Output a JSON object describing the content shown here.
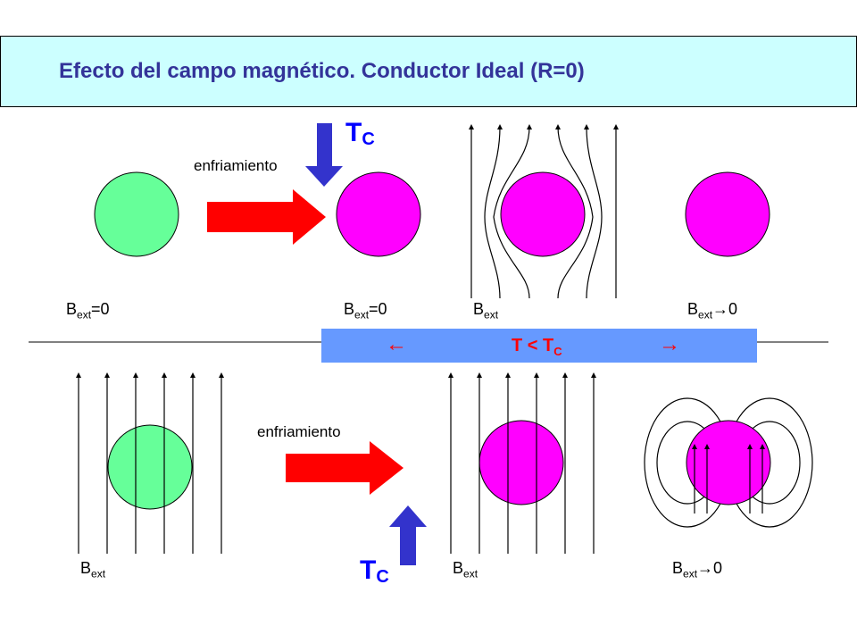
{
  "title": "Efecto del campo magnético. Conductor Ideal (R=0)",
  "top_row": {
    "process_label": "enfriamiento",
    "tc": {
      "main": "T",
      "sub": "C"
    },
    "labels": [
      {
        "main": "B",
        "sub": "ext",
        "tail": "=0"
      },
      {
        "main": "B",
        "sub": "ext",
        "tail": "=0"
      },
      {
        "main": "B",
        "sub": "ext",
        "tail": ""
      },
      {
        "main": "B",
        "sub": "ext",
        "tail": "→0"
      }
    ]
  },
  "band": {
    "left_arrow": "←",
    "main": "T < T",
    "sub": "C",
    "right_arrow": "→"
  },
  "bottom_row": {
    "process_label": "enfriamiento",
    "tc": {
      "main": "T",
      "sub": "C"
    },
    "labels": [
      {
        "main": "B",
        "sub": "ext",
        "tail": ""
      },
      {
        "main": "B",
        "sub": "ext",
        "tail": ""
      },
      {
        "main": "B",
        "sub": "ext",
        "tail": "→0"
      }
    ]
  },
  "colors": {
    "normal_state": "#66ff99",
    "cooled_state": "#ff00ff",
    "process_arrow": "#ff0000",
    "tc_arrow": "#3333cc",
    "band": "#6699ff",
    "title_bg": "#ccffff",
    "title_text": "#333399"
  }
}
